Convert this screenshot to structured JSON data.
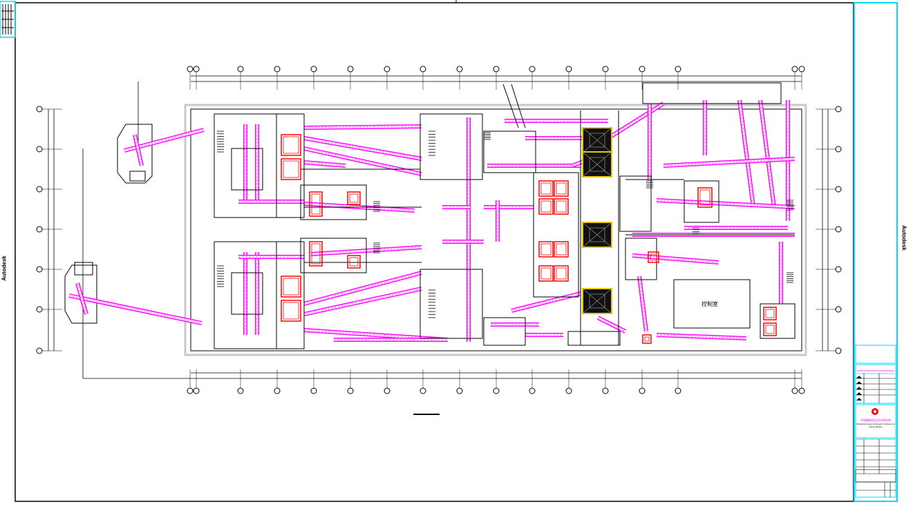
{
  "drawing": {
    "control_room_label": "控制室",
    "watermark_right": "Autodesk",
    "watermark_left": "Autodesk"
  },
  "title_block": {
    "company_cn": "中国建筑西北设计研究院",
    "company_en": "Shanghai Design & Research Institute For Glass Industry"
  },
  "colors": {
    "frame": "#00d8ff",
    "duct": "#ff00ff",
    "equipment": "#ff0000",
    "linework": "#000000",
    "hatch": "#c8c8c8"
  }
}
